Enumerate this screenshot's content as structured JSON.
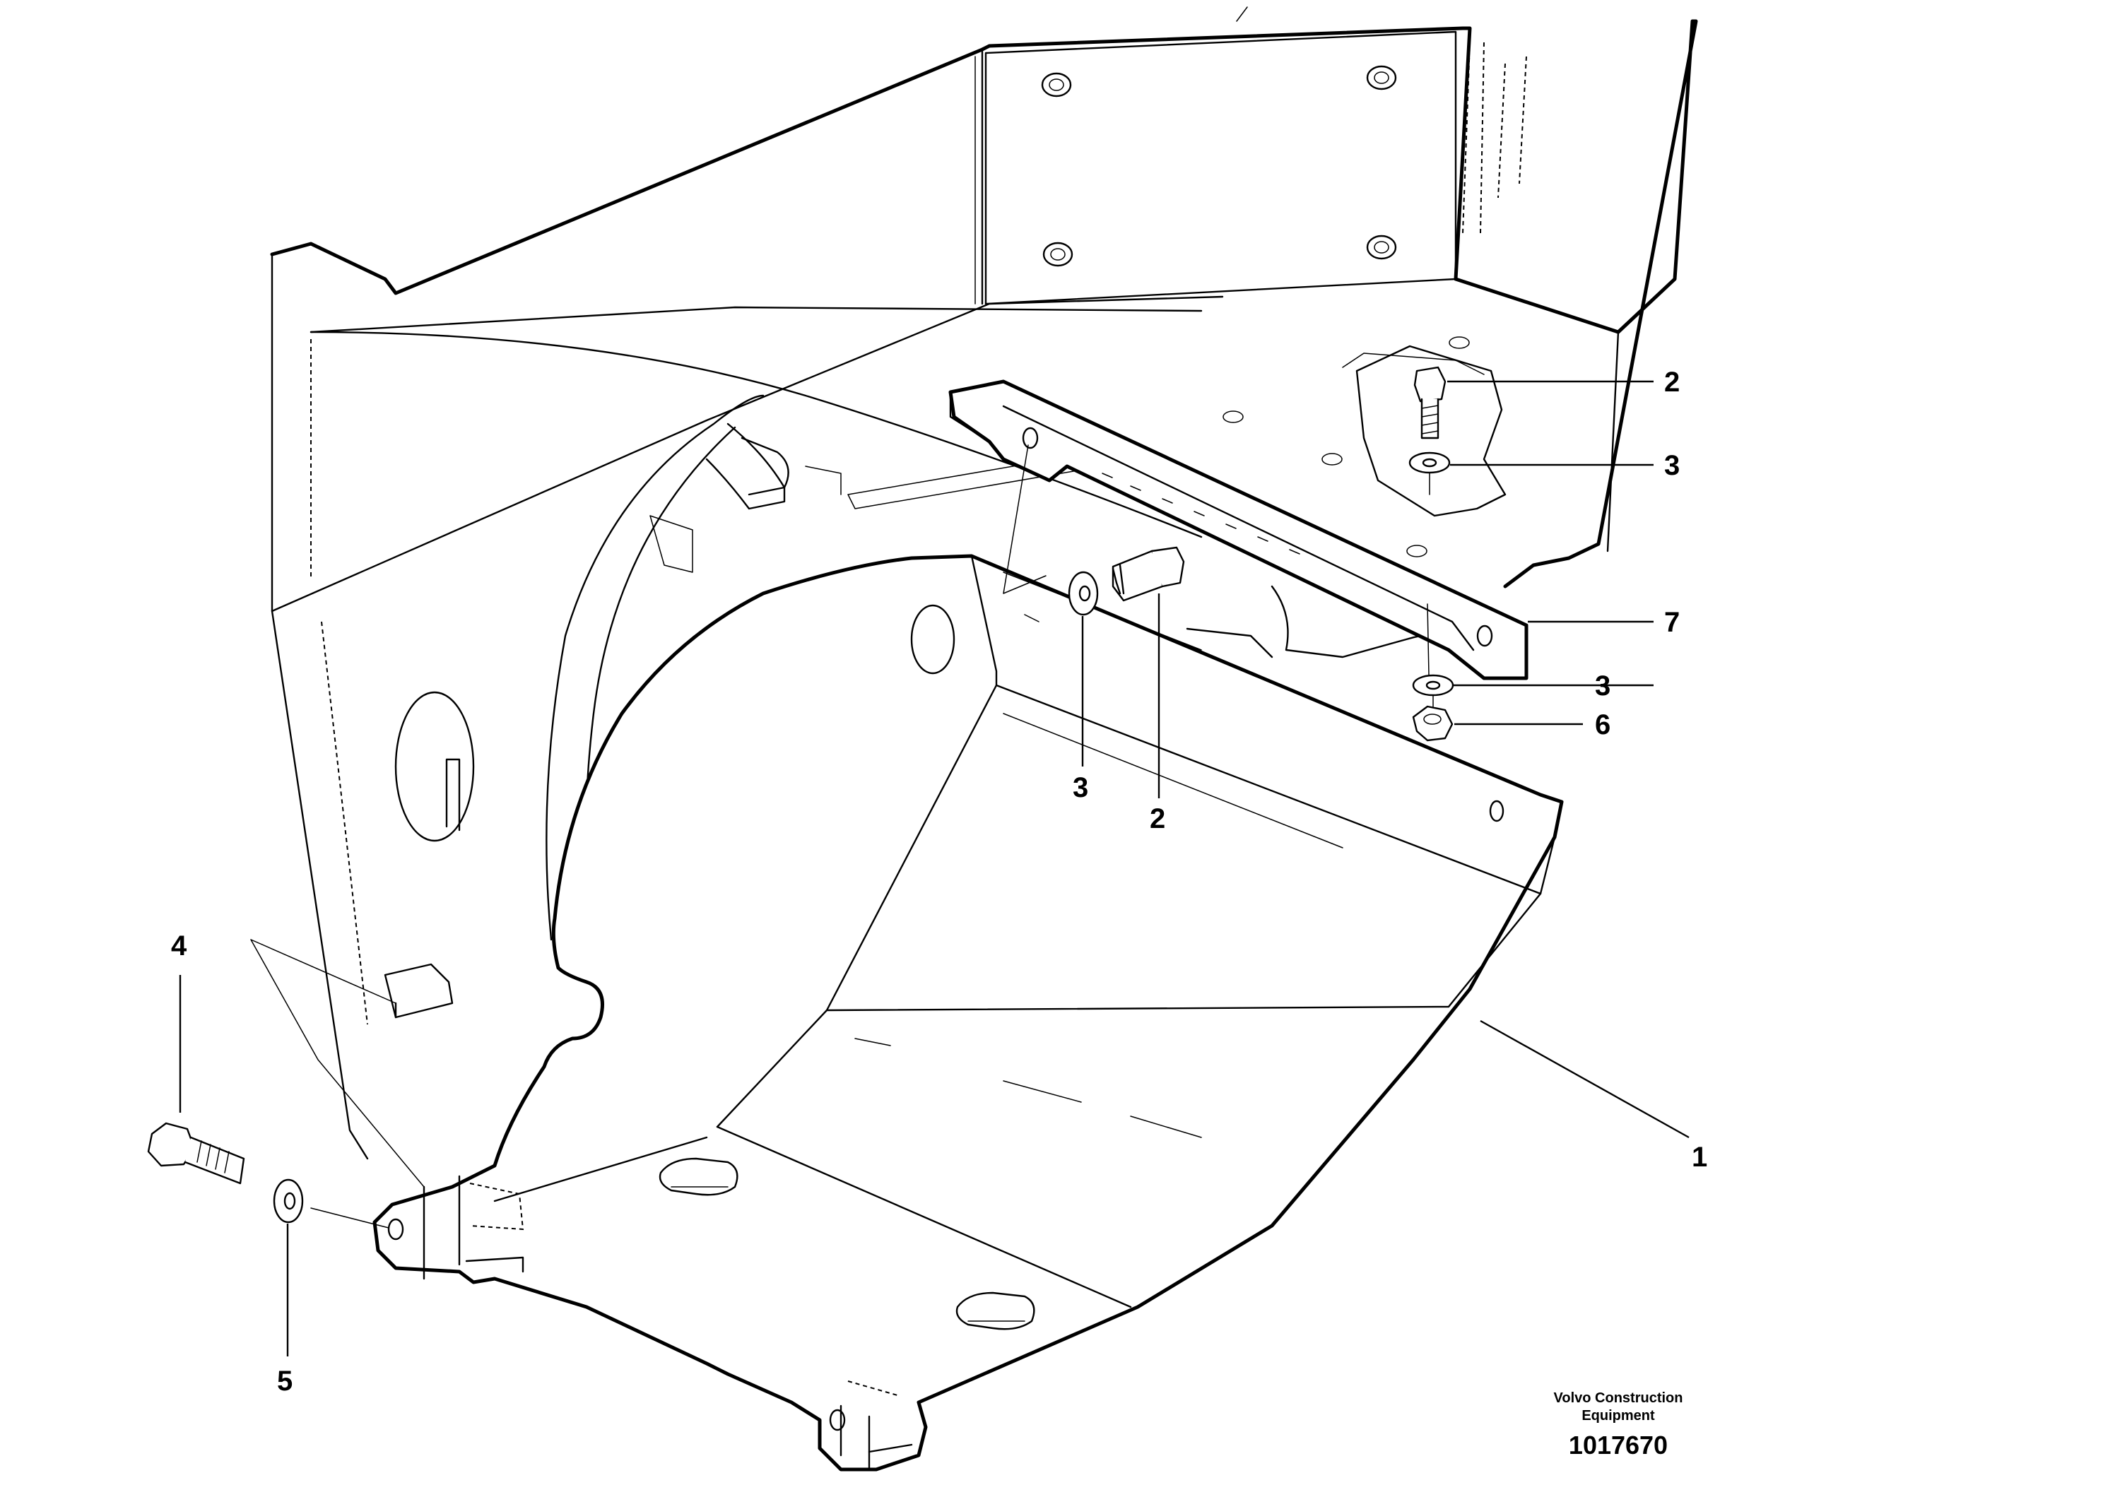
{
  "diagram": {
    "callouts": [
      {
        "id": "c2a",
        "text": "2"
      },
      {
        "id": "c3a",
        "text": "3"
      },
      {
        "id": "c7",
        "text": "7"
      },
      {
        "id": "c3b",
        "text": "3"
      },
      {
        "id": "c6",
        "text": "6"
      },
      {
        "id": "c3c",
        "text": "3"
      },
      {
        "id": "c2b",
        "text": "2"
      },
      {
        "id": "c4",
        "text": "4"
      },
      {
        "id": "c1",
        "text": "1"
      },
      {
        "id": "c5",
        "text": "5"
      }
    ],
    "publisher_line1": "Volvo Construction",
    "publisher_line2": "Equipment",
    "document_number": "1017670"
  }
}
